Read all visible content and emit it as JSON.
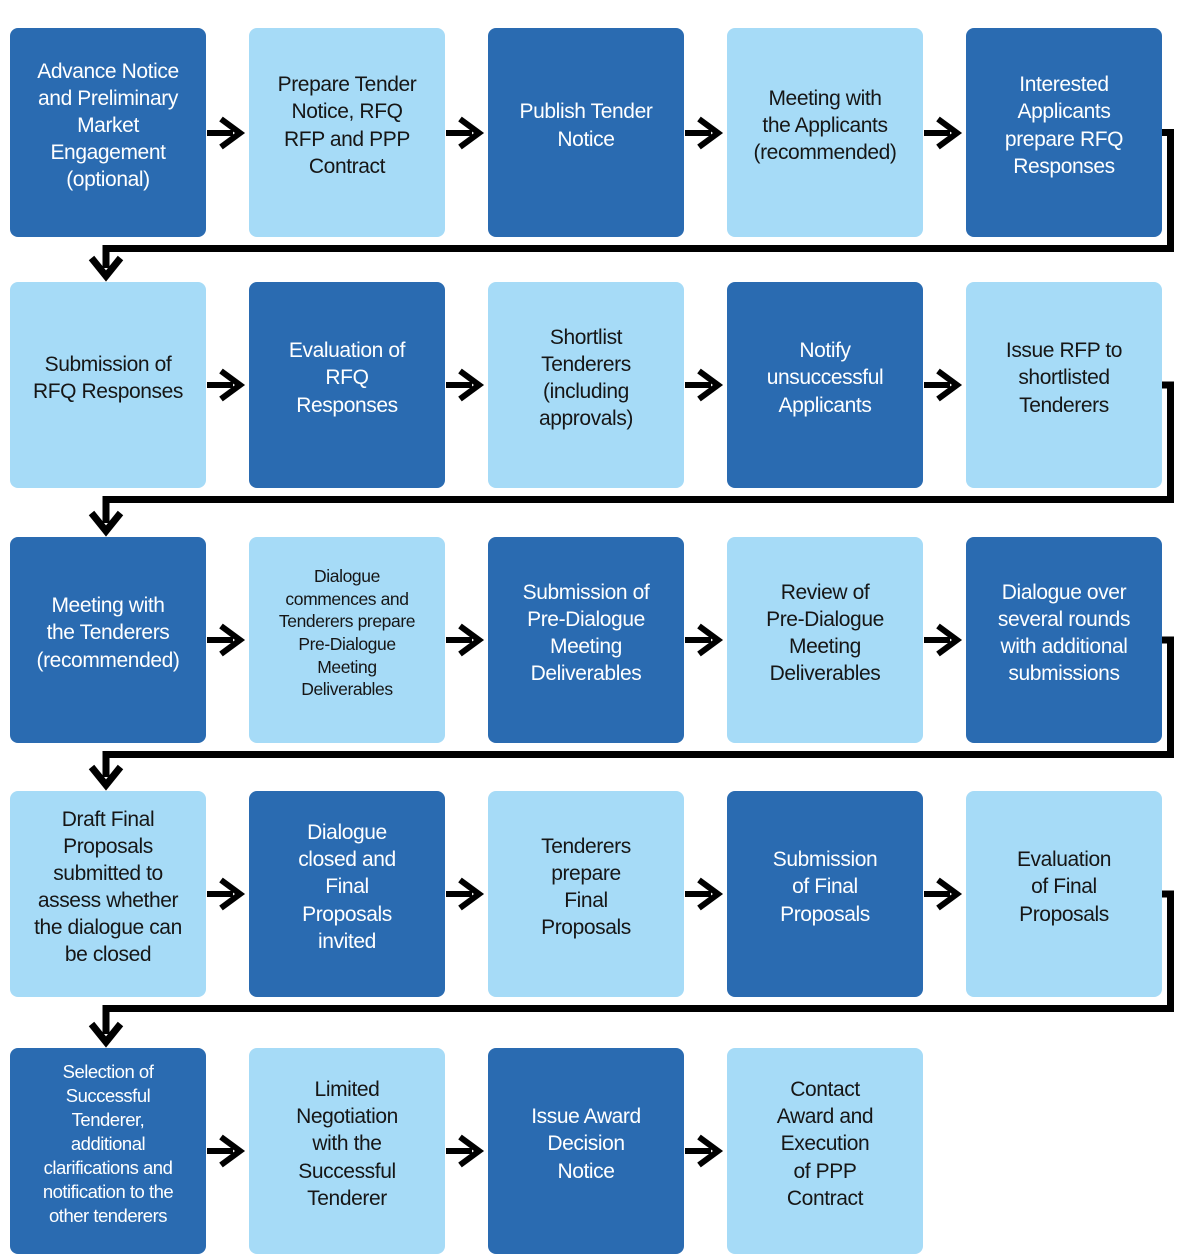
{
  "palette": {
    "dark": "#2a6bb1",
    "light": "#a6dbf7",
    "dark_text": "#ffffff",
    "light_text": "#161616",
    "connector": "#000000"
  },
  "icons": {
    "right_arrow_icon": "→",
    "down_arrow_icon": "↓"
  },
  "flowchart": {
    "rows": [
      {
        "boxes": [
          {
            "label": "Advance Notice\nand Preliminary\nMarket\nEngagement\n(optional)",
            "variant": "dark"
          },
          {
            "label": "Prepare Tender\nNotice, RFQ\nRFP and PPP\nContract",
            "variant": "light"
          },
          {
            "label": "Publish Tender\nNotice",
            "variant": "dark"
          },
          {
            "label": "Meeting with\nthe Applicants\n(recommended)",
            "variant": "light"
          },
          {
            "label": "Interested\nApplicants\nprepare RFQ\nResponses",
            "variant": "dark"
          }
        ]
      },
      {
        "boxes": [
          {
            "label": "Submission of\nRFQ Responses",
            "variant": "light"
          },
          {
            "label": "Evaluation of\nRFQ\nResponses",
            "variant": "dark"
          },
          {
            "label": "Shortlist\nTenderers\n(including\napprovals)",
            "variant": "light"
          },
          {
            "label": "Notify\nunsuccessful\nApplicants",
            "variant": "dark"
          },
          {
            "label": "Issue RFP to\nshortlisted\nTenderers",
            "variant": "light"
          }
        ]
      },
      {
        "boxes": [
          {
            "label": "Meeting with\nthe Tenderers\n(recommended)",
            "variant": "dark"
          },
          {
            "label": "Dialogue\ncommences and\nTenderers prepare\nPre-Dialogue\nMeeting\nDeliverables",
            "variant": "light",
            "size": "xsmall"
          },
          {
            "label": "Submission of\nPre-Dialogue\nMeeting\nDeliverables",
            "variant": "dark"
          },
          {
            "label": "Review of\nPre-Dialogue\nMeeting\nDeliverables",
            "variant": "light"
          },
          {
            "label": "Dialogue over\nseveral rounds\nwith additional\nsubmissions",
            "variant": "dark"
          }
        ]
      },
      {
        "boxes": [
          {
            "label": "Draft Final\nProposals\nsubmitted to\nassess whether\nthe dialogue can\nbe closed",
            "variant": "light"
          },
          {
            "label": "Dialogue\nclosed and\nFinal\nProposals\ninvited",
            "variant": "dark"
          },
          {
            "label": "Tenderers\nprepare\nFinal\nProposals",
            "variant": "light"
          },
          {
            "label": "Submission\nof Final\nProposals",
            "variant": "dark"
          },
          {
            "label": "Evaluation\nof Final\nProposals",
            "variant": "light"
          }
        ]
      },
      {
        "boxes": [
          {
            "label": "Selection of\nSuccessful\nTenderer,\nadditional\nclarifications and\nnotification to the\nother tenderers",
            "variant": "dark",
            "size": "small"
          },
          {
            "label": "Limited\nNegotiation\nwith the\nSuccessful\nTenderer",
            "variant": "light"
          },
          {
            "label": "Issue Award\nDecision\nNotice",
            "variant": "dark"
          },
          {
            "label": "Contact\nAward and\nExecution\nof  PPP\nContract",
            "variant": "light"
          }
        ]
      }
    ]
  }
}
